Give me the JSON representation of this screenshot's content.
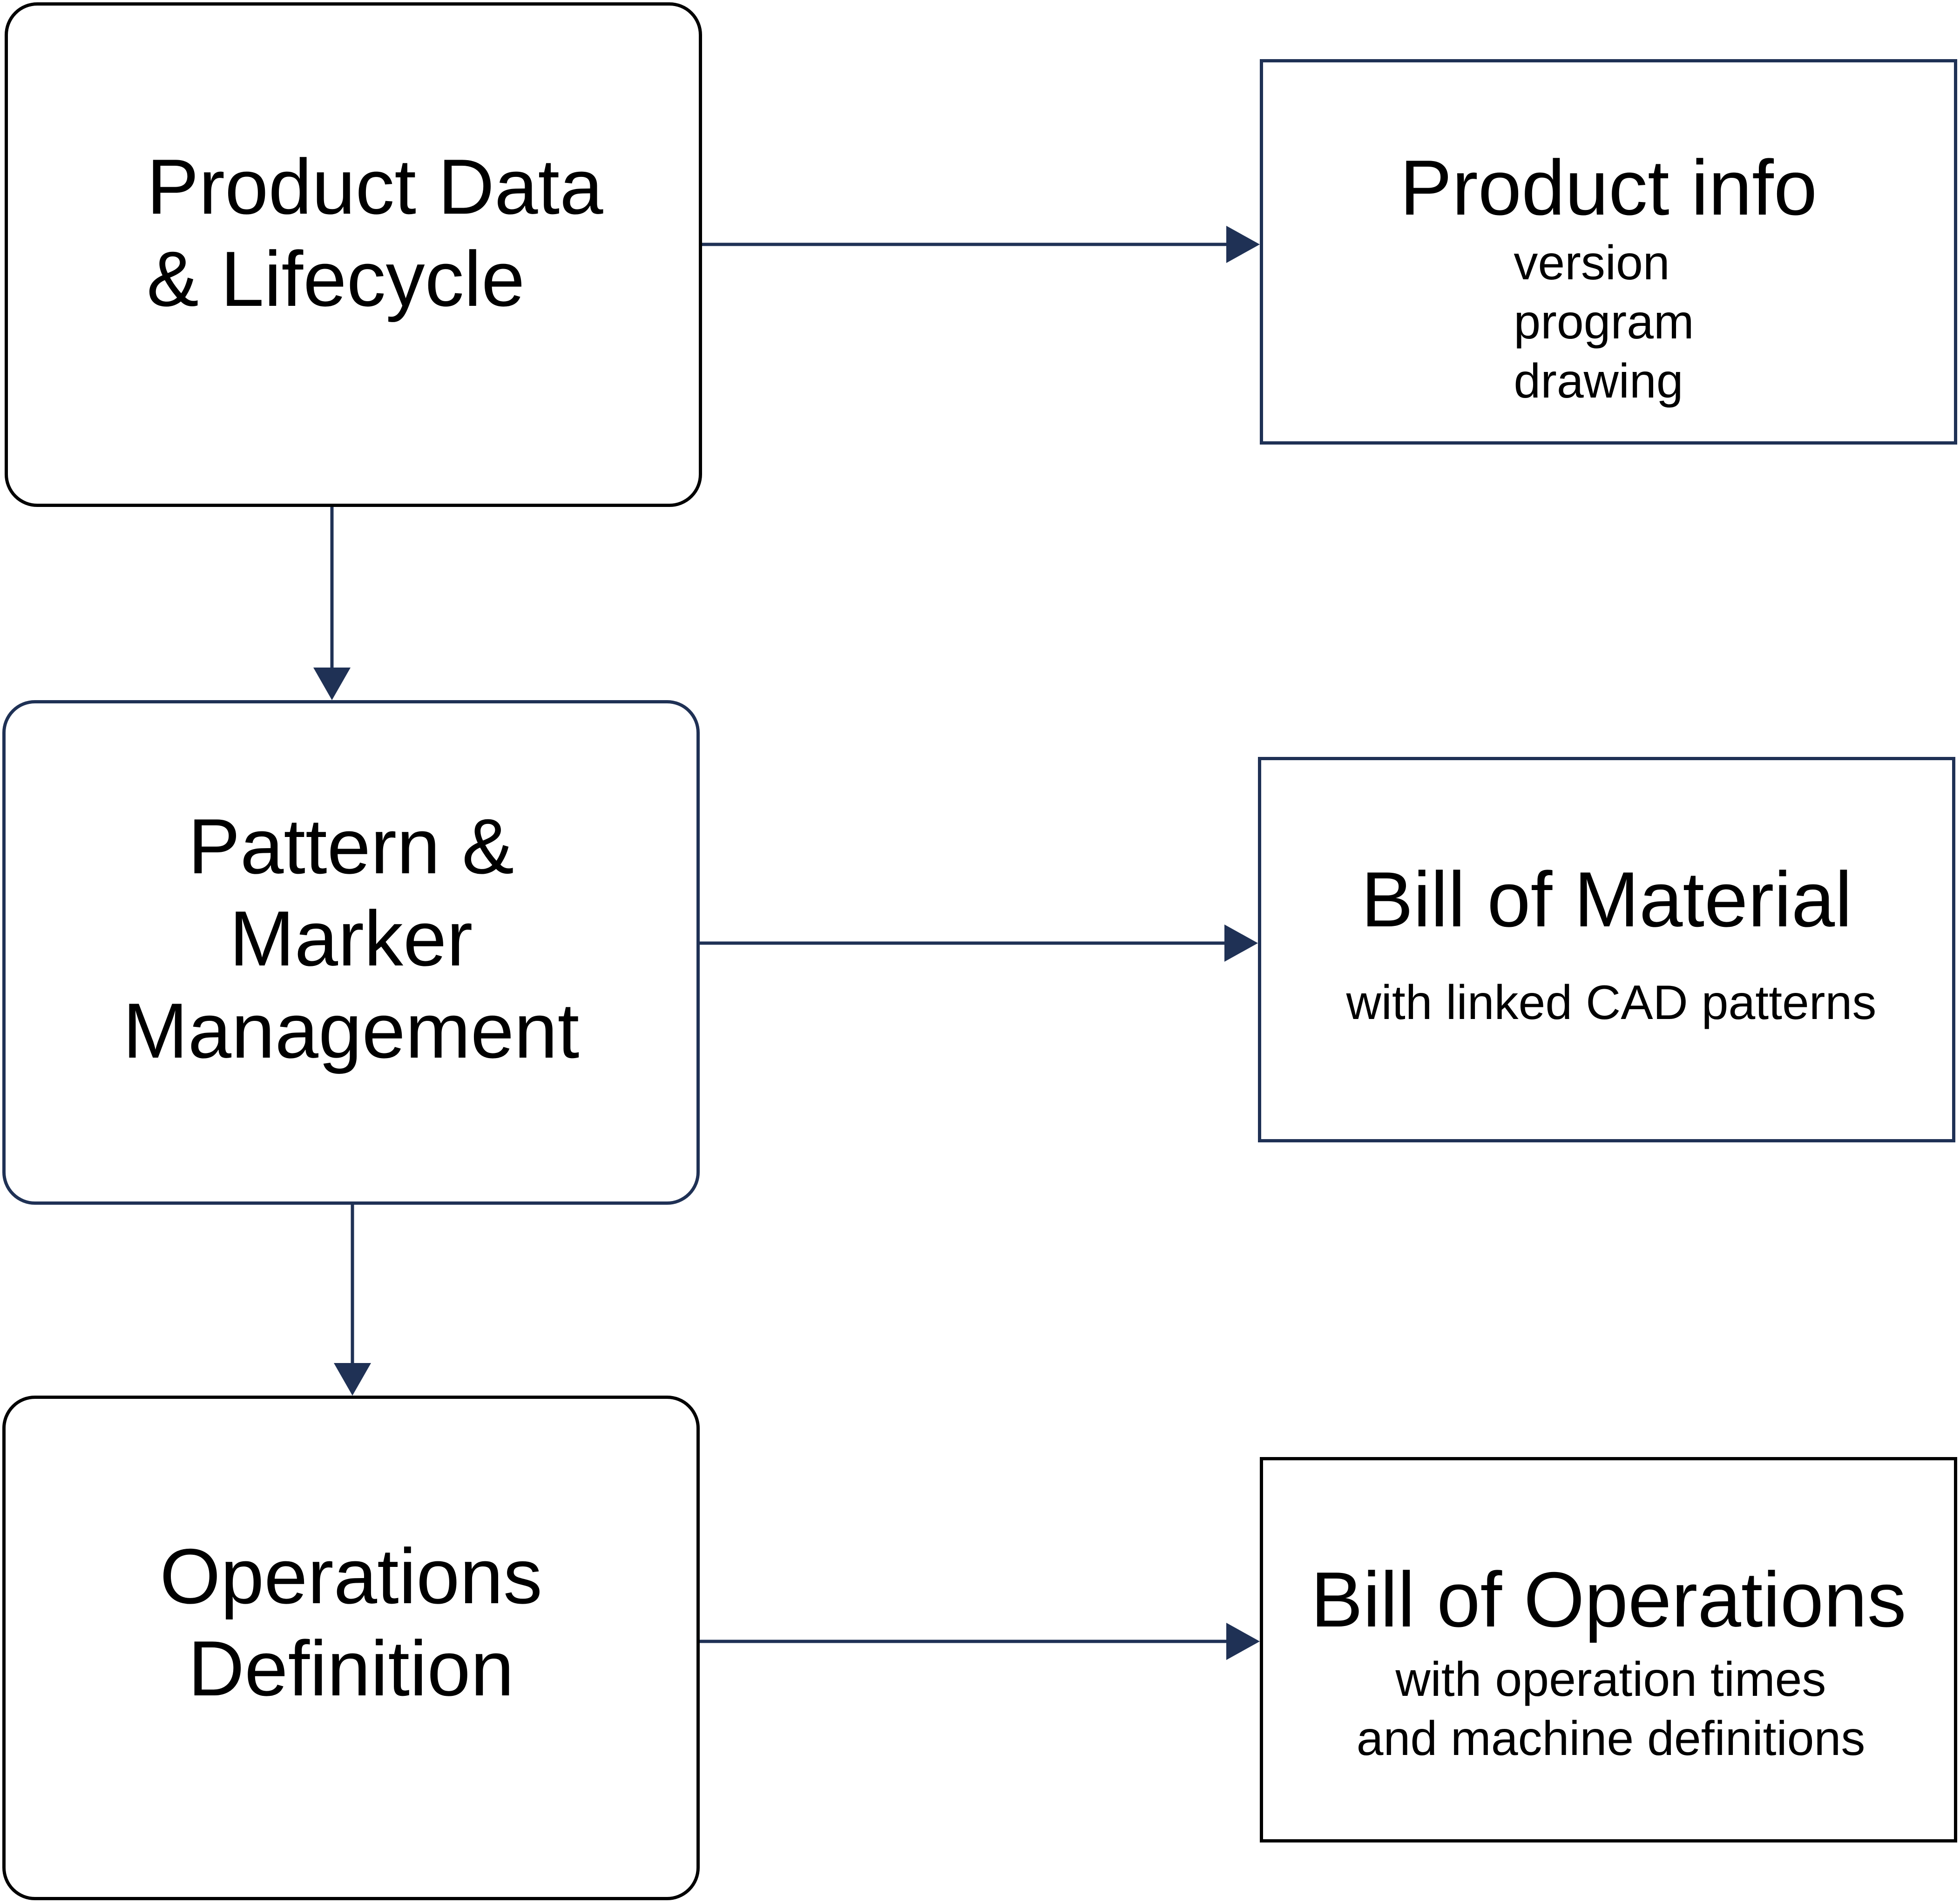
{
  "stages": [
    {
      "id": "product-data",
      "lines": [
        "Product Data",
        "& Lifecycle"
      ]
    },
    {
      "id": "pattern",
      "lines": [
        "Pattern &",
        "Marker",
        "Management"
      ]
    },
    {
      "id": "operations",
      "lines": [
        "Operations",
        "Definition"
      ]
    }
  ],
  "outputs": [
    {
      "id": "product-info",
      "title": "Product info",
      "details": [
        "version",
        "program",
        "drawing"
      ]
    },
    {
      "id": "bom",
      "title": "Bill of Material",
      "details": [
        "with linked CAD patterns"
      ]
    },
    {
      "id": "boo",
      "title": "Bill of Operations",
      "details": [
        "with operation times",
        "and machine definitions"
      ]
    }
  ],
  "colors": {
    "connector": "#1f3155",
    "box_border_dark": "#000000",
    "box_border_navy": "#1f3155",
    "text": "#000000",
    "background": "#ffffff"
  }
}
